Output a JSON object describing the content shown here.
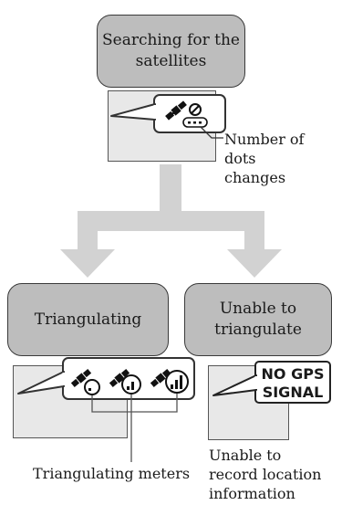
{
  "states": {
    "searching": "Searching for the\nsatellites",
    "triangulating": "Triangulating",
    "unable": "Unable to\ntriangulate"
  },
  "notes": {
    "dots": "Number of dots\nchanges",
    "meters": "Triangulating meters",
    "unable_record": "Unable to\nrecord location\ninformation"
  },
  "indicator": {
    "no_signal_text": "NO GPS\nSIGNAL"
  },
  "icons": [
    "satellite-searching-icon",
    "satellite-signal-1-icon",
    "satellite-signal-2-icon",
    "satellite-signal-3-icon"
  ],
  "colors": {
    "box_fill": "#bdbdbd",
    "arrow": "#cfcfcf",
    "screen": "#e8e8e8",
    "line": "#333333"
  }
}
